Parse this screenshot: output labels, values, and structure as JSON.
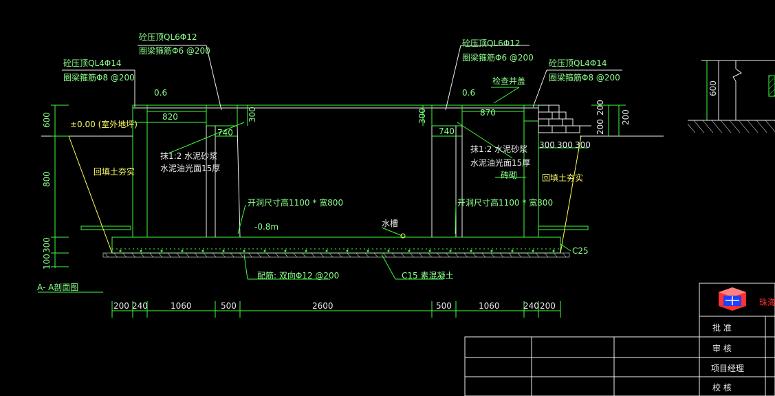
{
  "drawing": {
    "title": "A- A剖面图",
    "left_callout_ql4": "砼压顶QL4Φ14",
    "left_callout_ql4_stirrup": "圈梁箍筋Φ8 @200",
    "left_callout_ql6": "砼压顶QL6Φ12",
    "left_callout_ql6_stirrup": "圈梁箍筋Φ6 @200",
    "right_callout_ql6": "砼压顶QL6Φ12",
    "right_callout_ql6_stirrup": "圈梁箍筋Φ6 @200",
    "right_callout_ql4": "砼压顶QL4Φ14",
    "right_callout_ql4_stirrup": "圈梁箍筋Φ8 @200",
    "inspection_cover": "检查井盖",
    "level_zero": "±0.00 (室外地坪)",
    "backfill_left": "回填土夯实",
    "backfill_right": "回填土夯实",
    "plaster_left_1": "抹1:2 水泥砂浆",
    "plaster_left_2": "水泥油光面15厚",
    "plaster_right_1": "抹1:2 水泥砂浆",
    "plaster_right_2": "水泥油光面15厚",
    "brick": "砖砌",
    "opening_left": "开洞尺寸高1100 * 宽800",
    "opening_right": "开洞尺寸高1100 * 宽800",
    "level_bottom": "-0.8m",
    "trough": "水槽",
    "rebar": "配筋: 双向Φ12 @200",
    "plain_concrete": "C15 素混凝土",
    "concrete_grade": "C25",
    "dim_0_6_left": "0.6",
    "dim_0_6_right": "0.6",
    "dim_820": "820",
    "dim_870": "870",
    "dim_300_left": "300",
    "dim_300_right": "300",
    "dim_740_left": "740",
    "dim_740_right": "740",
    "vdim_600": "600",
    "vdim_800": "800",
    "vdim_300": "300",
    "vdim_100": "100",
    "brick_dims": [
      "300",
      "300",
      "300"
    ],
    "brick_vdims": [
      "200",
      "200",
      "200"
    ],
    "bottom_dims": [
      "200",
      "240",
      "1060",
      "500",
      "2600",
      "500",
      "1060",
      "240",
      "200"
    ],
    "detail_600": "600"
  },
  "title_block": {
    "company": "珠海",
    "rows": [
      "批 准",
      "审 核",
      "项目经理",
      "校 核"
    ]
  },
  "colors": {
    "background": "#000000",
    "line_green": "#3cff3c",
    "line_white": "#f0f0f0",
    "text_yellow": "#ffff66",
    "logo_red": "#ff3030"
  }
}
